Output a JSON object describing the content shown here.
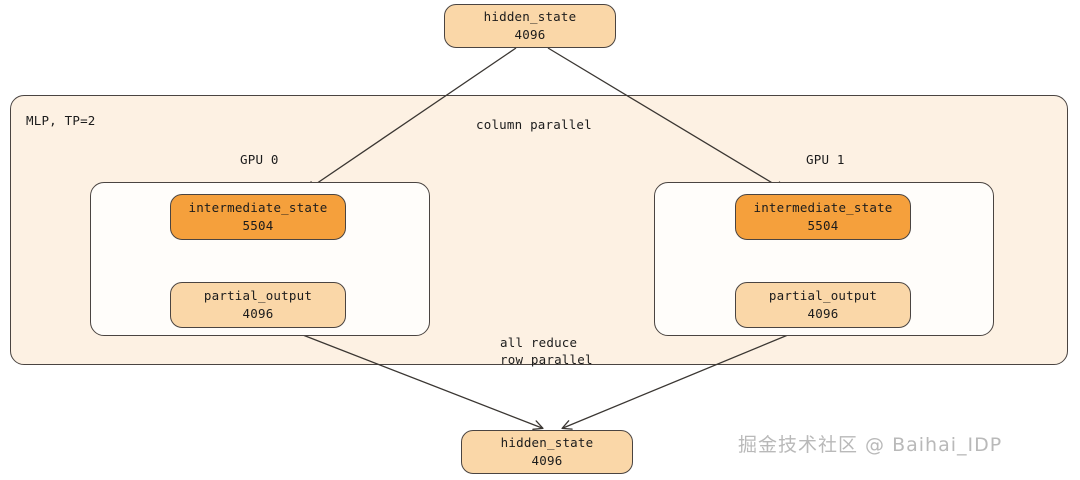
{
  "diagram": {
    "container": {
      "label": "MLP, TP=2"
    },
    "stage_labels": {
      "column_parallel": "column parallel",
      "all_reduce": "all reduce",
      "row_parallel": "row parallel"
    },
    "gpus": [
      {
        "label": "GPU 0",
        "nodes": [
          {
            "title": "intermediate_state",
            "value": "5504",
            "style": "dark"
          },
          {
            "title": "partial_output",
            "value": "4096",
            "style": "light"
          }
        ]
      },
      {
        "label": "GPU 1",
        "nodes": [
          {
            "title": "intermediate_state",
            "value": "5504",
            "style": "dark"
          },
          {
            "title": "partial_output",
            "value": "4096",
            "style": "light"
          }
        ]
      }
    ],
    "input_node": {
      "title": "hidden_state",
      "value": "4096",
      "style": "light"
    },
    "output_node": {
      "title": "hidden_state",
      "value": "4096",
      "style": "light"
    },
    "colors": {
      "node_light": "#fad7a8",
      "node_dark": "#f5a03c",
      "container_bg": "#fdf1e3",
      "gpu_bg": "#fffdfa",
      "stroke": "#4a4441",
      "arrow": "#3a3632",
      "watermark": "#b9b9b9"
    }
  },
  "watermark": {
    "text": "掘金技术社区 @ Baihai_IDP"
  }
}
